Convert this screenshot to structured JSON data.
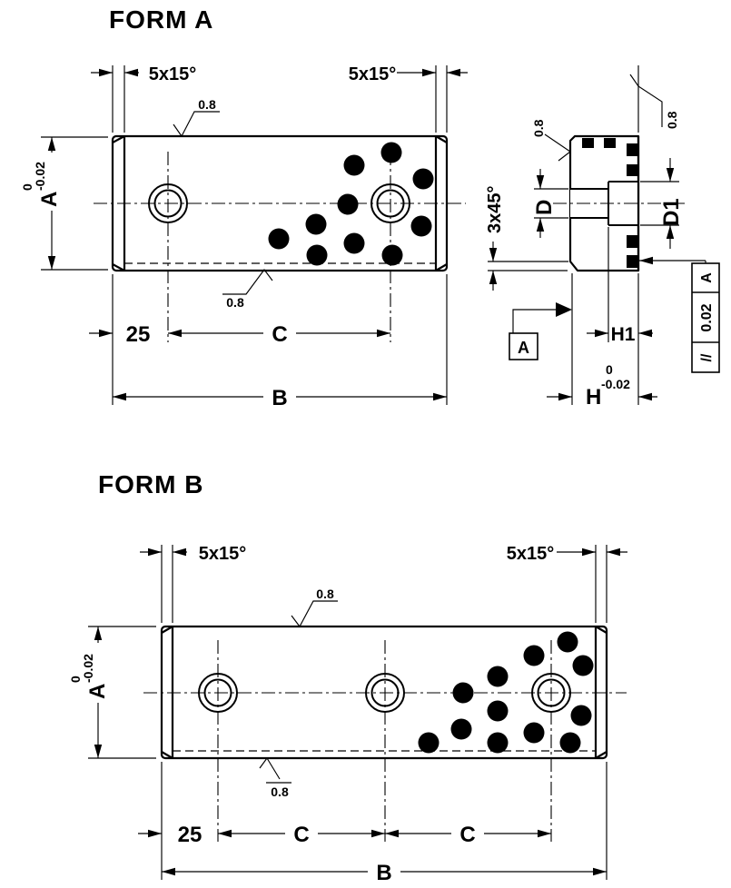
{
  "form_a": {
    "title": "FORM A",
    "chamfer_left": "5x15°",
    "chamfer_right": "5x15°",
    "rough_top": "0.8",
    "rough_bottom": "0.8",
    "a_letter": "A",
    "a_tol_hi": "0",
    "a_tol_lo": "-0.02",
    "dim_25": "25",
    "dim_c": "C",
    "dim_b": "B"
  },
  "section": {
    "rough_left": "0.8",
    "rough_right": "0.8",
    "chamfer_3x45": "3x45°",
    "dia_d": "D",
    "dia_d1": "D1",
    "h1": "H1",
    "h": "H",
    "h_tol_hi": "0",
    "h_tol_lo": "-0.02",
    "datum_label": "A",
    "fcf_symbol": "//",
    "fcf_value": "0.02",
    "fcf_datum": "A"
  },
  "form_b": {
    "title": "FORM B",
    "chamfer_left": "5x15°",
    "chamfer_right": "5x15°",
    "rough_top": "0.8",
    "rough_bottom": "0.8",
    "a_letter": "A",
    "a_tol_hi": "0",
    "a_tol_lo": "-0.02",
    "dim_25": "25",
    "dim_c1": "C",
    "dim_c2": "C",
    "dim_b": "B"
  }
}
